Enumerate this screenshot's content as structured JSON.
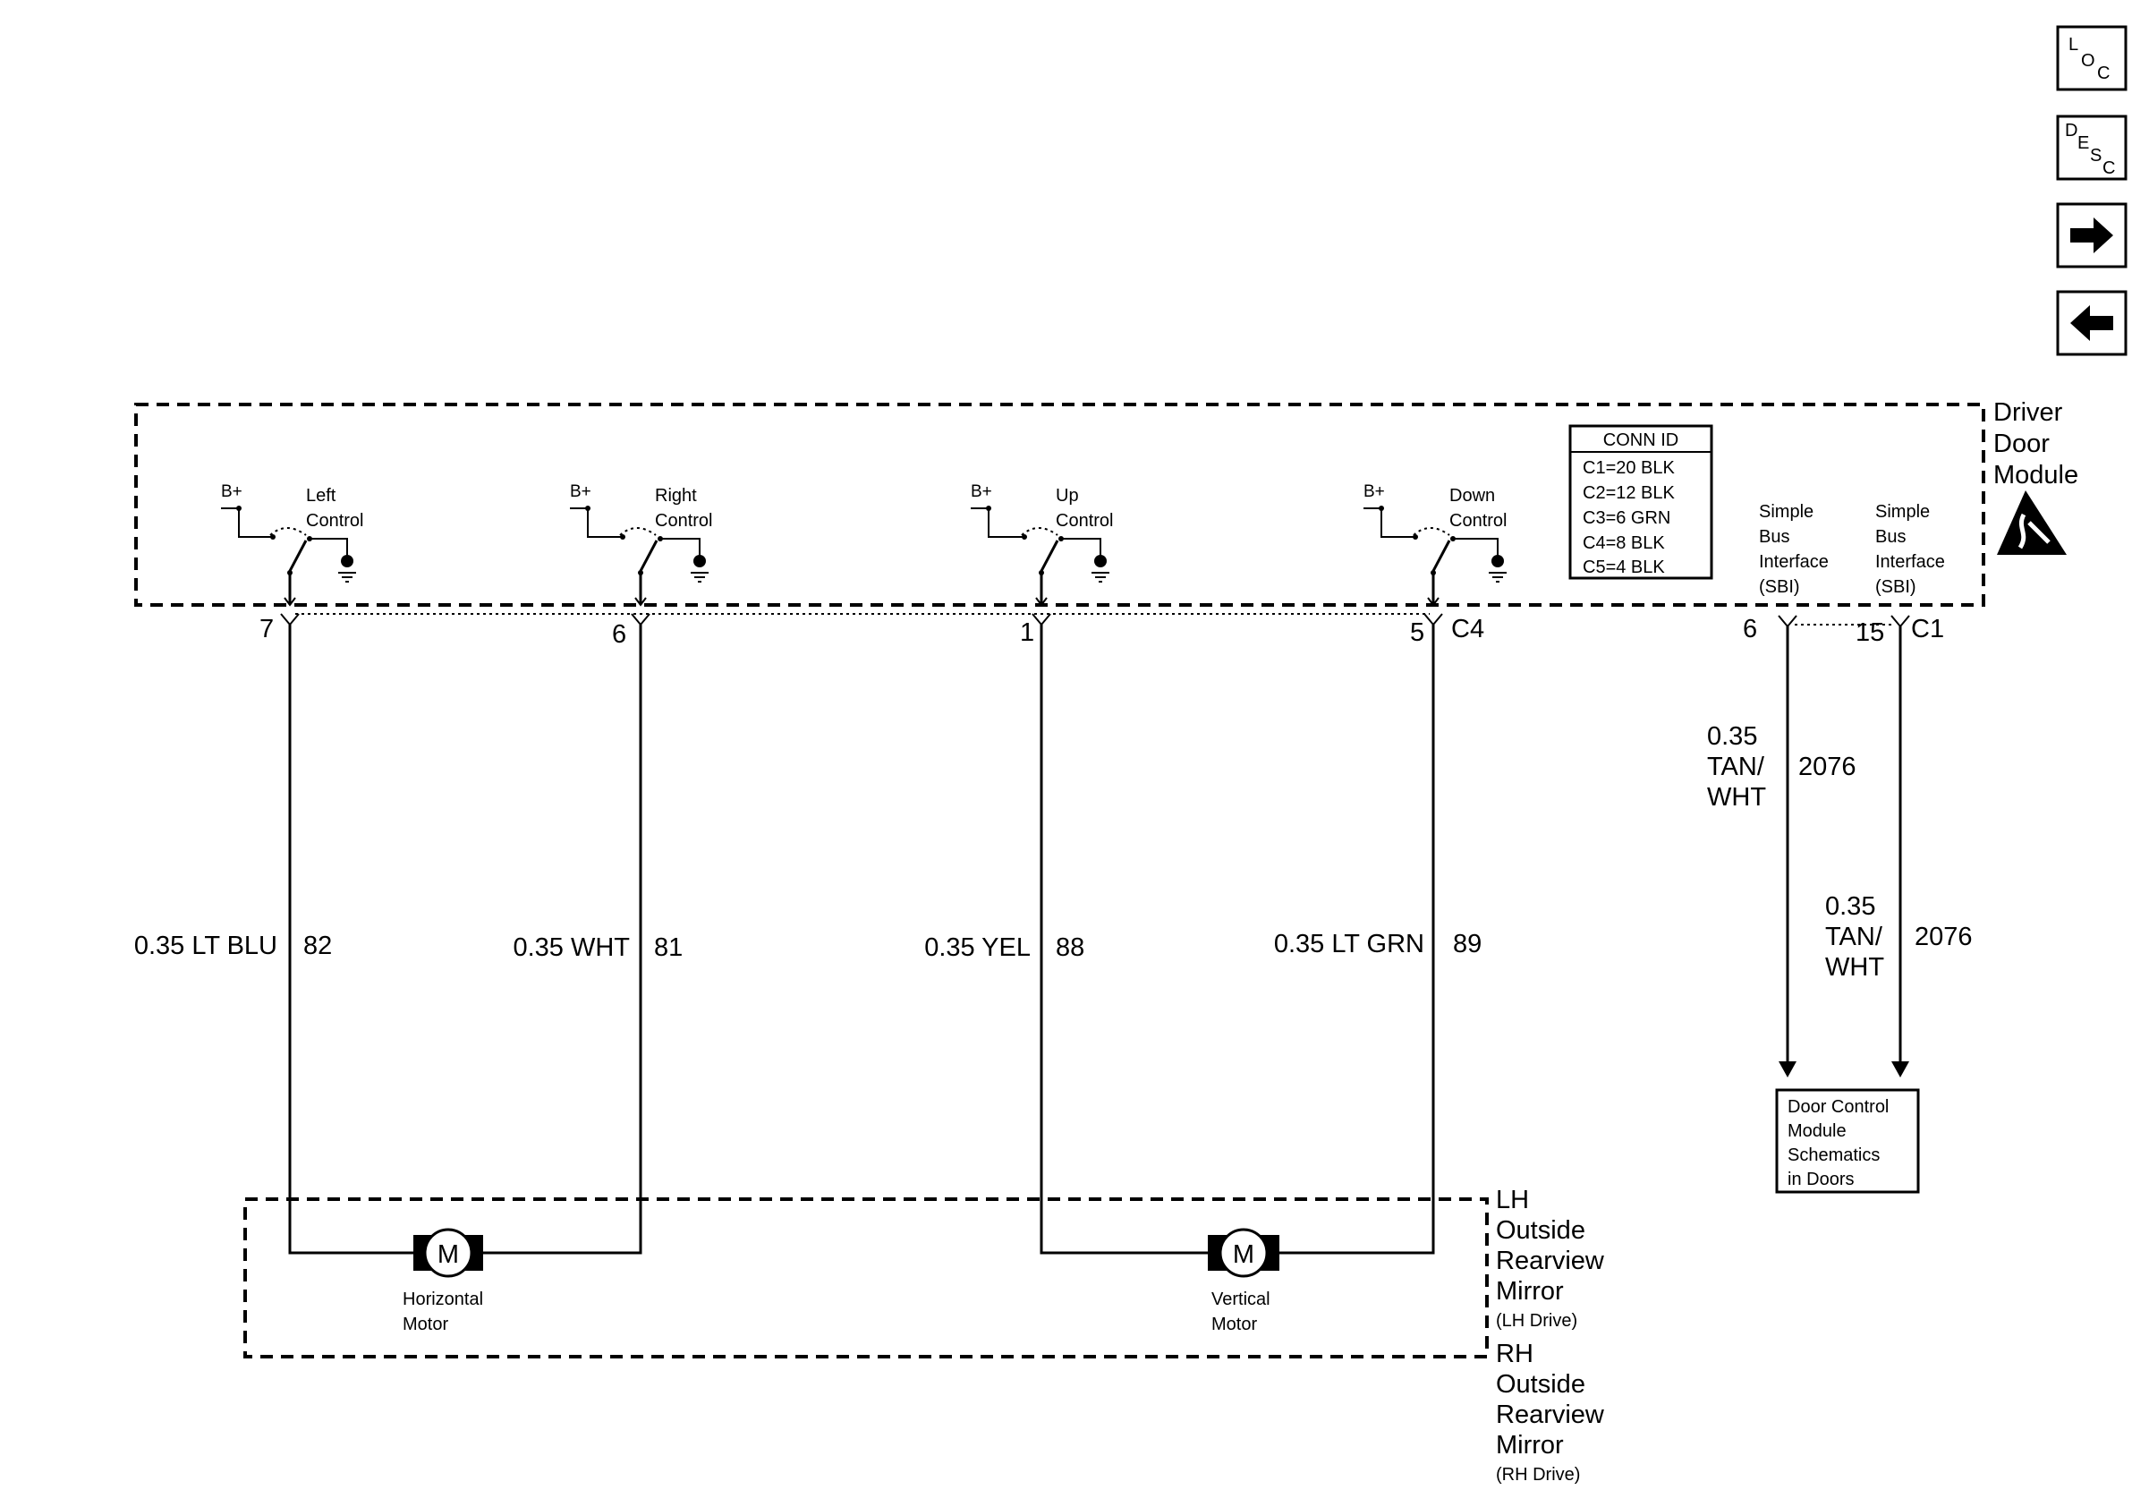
{
  "nav": {
    "loc": {
      "l1": "L",
      "l2": "O",
      "l3": "C"
    },
    "desc": {
      "l1": "D",
      "l2": "E",
      "l3": "S",
      "l4": "C"
    },
    "next_icon": "arrow-right-icon",
    "prev_icon": "arrow-left-icon"
  },
  "driver_door_module": {
    "label": [
      "Driver",
      "Door",
      "Module"
    ],
    "esd_icon": "esd-sensitive-icon",
    "conn_id": {
      "title": "CONN ID",
      "rows": [
        "C1=20 BLK",
        "C2=12 BLK",
        "C3=6 GRN",
        "C4=8 BLK",
        "C5=4 BLK"
      ]
    },
    "switches": [
      {
        "supply": "B+",
        "label": [
          "Left",
          "Control"
        ],
        "pin": "7"
      },
      {
        "supply": "B+",
        "label": [
          "Right",
          "Control"
        ],
        "pin": "6"
      },
      {
        "supply": "B+",
        "label": [
          "Up",
          "Control"
        ],
        "pin": "1"
      },
      {
        "supply": "B+",
        "label": [
          "Down",
          "Control"
        ],
        "pin": "5"
      }
    ],
    "connector_c4": "C4",
    "sbi": [
      {
        "label": [
          "Simple",
          "Bus",
          "Interface",
          "(SBI)"
        ],
        "pin": "6"
      },
      {
        "label": [
          "Simple",
          "Bus",
          "Interface",
          "(SBI)"
        ],
        "pin": "15"
      }
    ],
    "connector_c1": "C1"
  },
  "wires": [
    {
      "spec": "0.35 LT BLU",
      "circuit": "82"
    },
    {
      "spec": "0.35 WHT",
      "circuit": "81"
    },
    {
      "spec": "0.35 YEL",
      "circuit": "88"
    },
    {
      "spec": "0.35 LT GRN",
      "circuit": "89"
    }
  ],
  "sbi_wires": [
    {
      "spec": [
        "0.35",
        "TAN/",
        "WHT"
      ],
      "circuit": "2076"
    },
    {
      "spec": [
        "0.35",
        "TAN/",
        "WHT"
      ],
      "circuit": "2076"
    }
  ],
  "door_control_ref": [
    "Door Control",
    "Module",
    "Schematics",
    "in Doors"
  ],
  "mirror": {
    "motors": [
      {
        "symbol": "M",
        "label": [
          "Horizontal",
          "Motor"
        ]
      },
      {
        "symbol": "M",
        "label": [
          "Vertical",
          "Motor"
        ]
      }
    ],
    "lh": {
      "lines": [
        "LH",
        "Outside",
        "Rearview",
        "Mirror"
      ],
      "note": "(LH Drive)"
    },
    "rh": {
      "lines": [
        "RH",
        "Outside",
        "Rearview",
        "Mirror"
      ],
      "note": "(RH Drive)"
    }
  }
}
